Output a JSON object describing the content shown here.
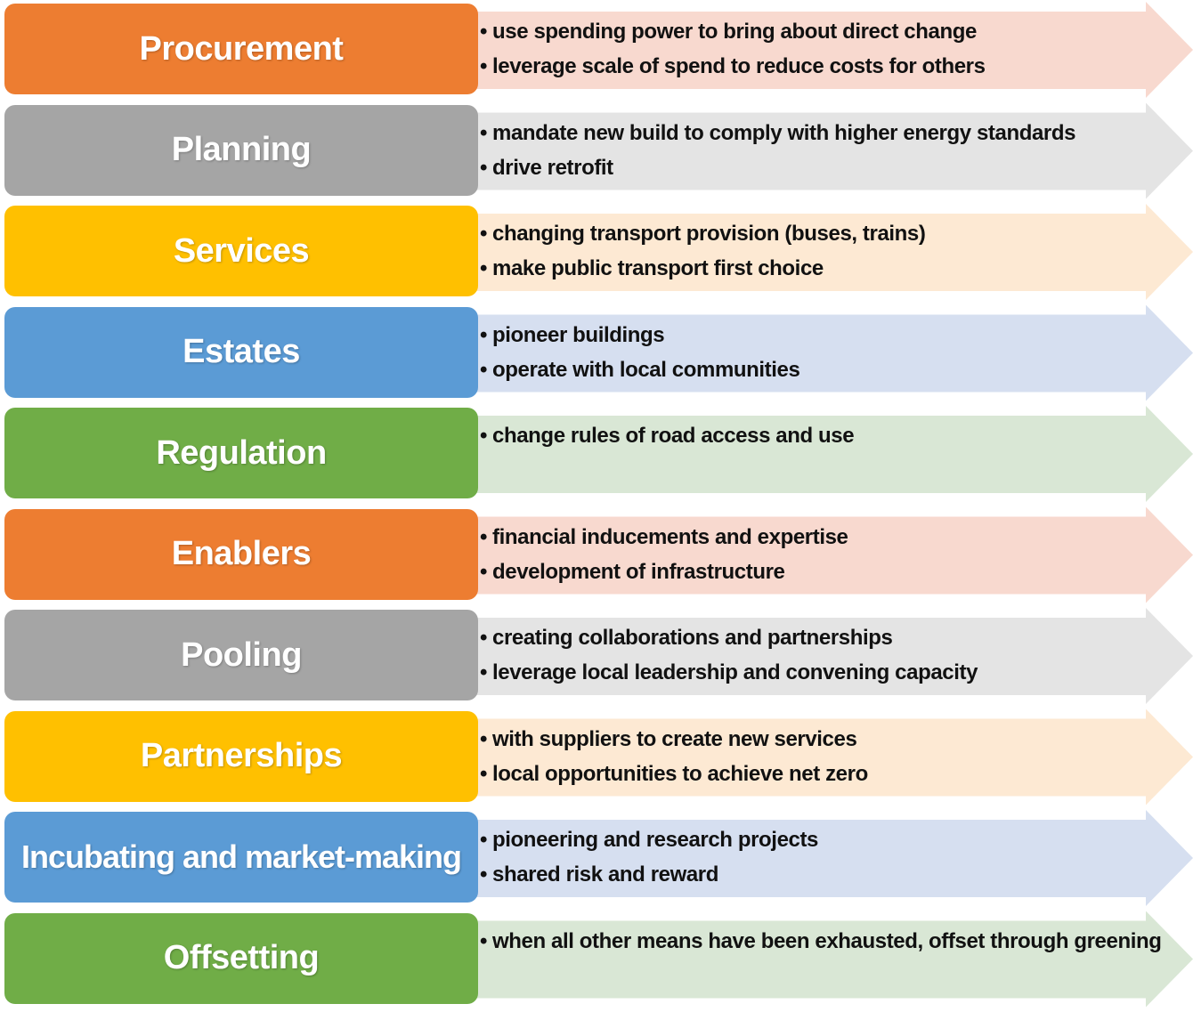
{
  "colors": {
    "orange": "#ED7D31",
    "gray": "#A5A5A5",
    "yellow": "#FFC000",
    "blue": "#5B9BD5",
    "green": "#70AD47",
    "orange_light": "#F8D9CF",
    "gray_light": "#E4E4E4",
    "yellow_light": "#FDE9D3",
    "blue_light": "#D6DFF0",
    "green_light": "#D9E7D5"
  },
  "rows": [
    {
      "label": "Procurement",
      "color": "#ED7D31",
      "arrow_color": "#F8D9CF",
      "bullets": [
        "use spending power to bring about direct change",
        "leverage scale of spend to reduce costs for others"
      ]
    },
    {
      "label": "Planning",
      "color": "#A5A5A5",
      "arrow_color": "#E4E4E4",
      "bullets": [
        "mandate new build to comply with higher energy standards",
        "drive retrofit"
      ]
    },
    {
      "label": "Services",
      "color": "#FFC000",
      "arrow_color": "#FDE9D3",
      "bullets": [
        "changing transport provision (buses, trains)",
        "make public transport first choice"
      ]
    },
    {
      "label": "Estates",
      "color": "#5B9BD5",
      "arrow_color": "#D6DFF0",
      "bullets": [
        "pioneer buildings",
        "operate with local communities"
      ]
    },
    {
      "label": "Regulation",
      "color": "#70AD47",
      "arrow_color": "#D9E7D5",
      "bullets": [
        "change rules of road access and use"
      ]
    },
    {
      "label": "Enablers",
      "color": "#ED7D31",
      "arrow_color": "#F8D9CF",
      "bullets": [
        "financial inducements and expertise",
        "development of infrastructure"
      ]
    },
    {
      "label": "Pooling",
      "color": "#A5A5A5",
      "arrow_color": "#E4E4E4",
      "bullets": [
        "creating collaborations and partnerships",
        "leverage local leadership and convening capacity"
      ]
    },
    {
      "label": "Partnerships",
      "color": "#FFC000",
      "arrow_color": "#FDE9D3",
      "bullets": [
        "with suppliers to create new services",
        "local opportunities to achieve net zero"
      ]
    },
    {
      "label": "Incubating and market-making",
      "color": "#5B9BD5",
      "arrow_color": "#D6DFF0",
      "bullets": [
        "pioneering and research projects",
        "shared risk and reward"
      ]
    },
    {
      "label": "Offsetting",
      "color": "#70AD47",
      "arrow_color": "#D9E7D5",
      "bullets": [
        "when all other means have been exhausted, offset through greening"
      ]
    }
  ]
}
